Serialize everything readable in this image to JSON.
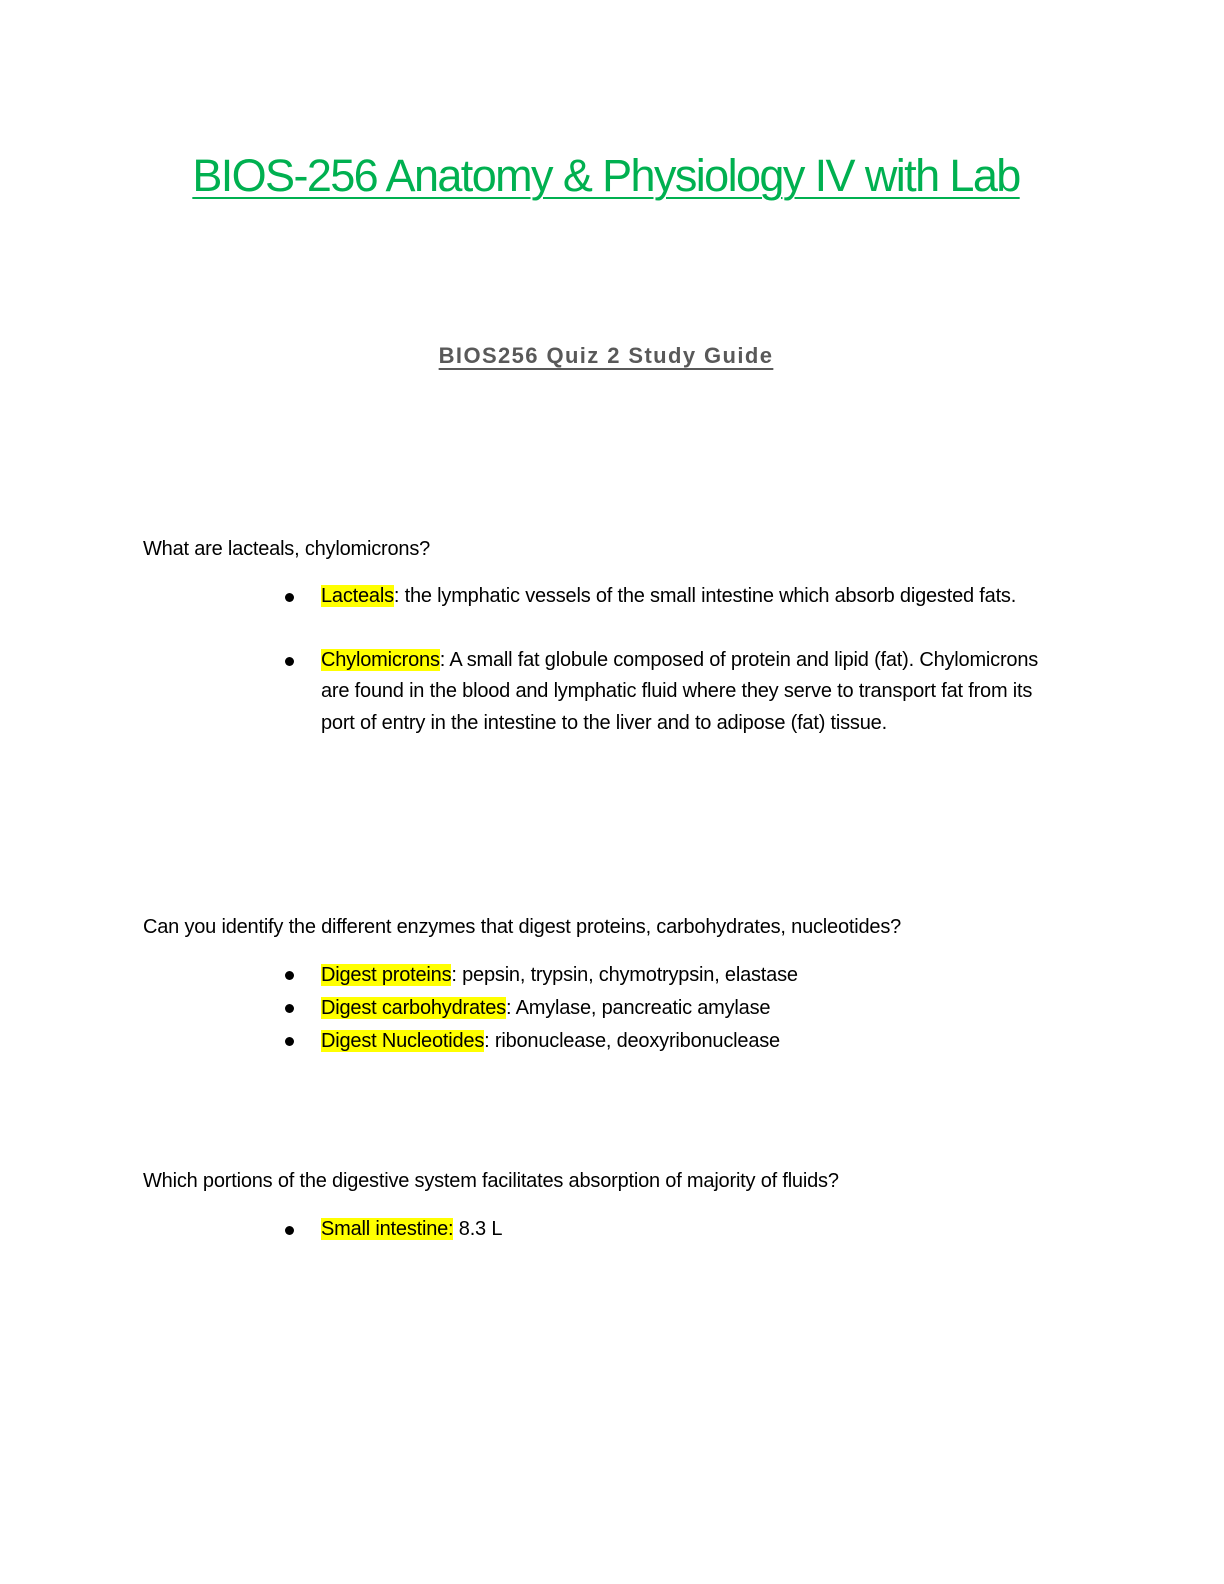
{
  "document": {
    "title": "BIOS-256 Anatomy & Physiology IV with Lab",
    "subtitle": "BIOS256 Quiz 2 Study Guide",
    "colors": {
      "title": "#00b050",
      "subtitle": "#595959",
      "highlight": "#ffff00"
    }
  },
  "sections": [
    {
      "question": "What are lacteals, chylomicrons?",
      "items": [
        {
          "term": "Lacteals",
          "term_suffix": "",
          "text": ": the lymphatic vessels of the small intestine which absorb digested fats."
        },
        {
          "term": "Chylomicrons",
          "term_suffix": "",
          "text": ": A small fat globule composed of protein and lipid (fat). Chylomicrons are found in the blood and lymphatic fluid where they serve to transport fat from its port of entry in the intestine to the liver and to adipose (fat) tissue."
        }
      ]
    },
    {
      "question": "Can you identify the different enzymes that digest proteins, carbohydrates, nucleotides?",
      "items": [
        {
          "term": "Digest proteins",
          "text": ": pepsin, trypsin, chymotrypsin, elastase"
        },
        {
          "term": "Digest carbohydrates",
          "text": ": Amylase, pancreatic amylase"
        },
        {
          "term": "Digest Nucleotides",
          "text": ": ribonuclease, deoxyribonuclease"
        }
      ]
    },
    {
      "question": "Which portions of the digestive system facilitates absorption of majority of fluids?",
      "items": [
        {
          "term": "Small intestine:",
          "text": " 8.3 L"
        }
      ]
    }
  ]
}
